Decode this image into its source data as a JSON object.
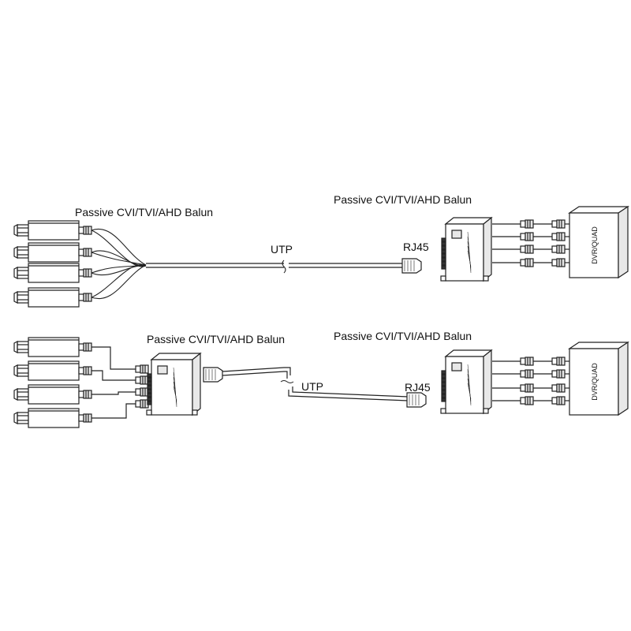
{
  "top": {
    "balun_left_label": "Passive CVI/TVI/AHD Balun",
    "balun_right_label": "Passive CVI/TVI/AHD Balun",
    "cable_label": "UTP",
    "connector_label": "RJ45",
    "recorder_label": "DVR/QUAD"
  },
  "bottom": {
    "balun_left_label": "Passive CVI/TVI/AHD Balun",
    "balun_right_label": "Passive CVI/TVI/AHD Balun",
    "cable_label": "UTP",
    "connector_label": "RJ45",
    "recorder_label": "DVR/QUAD"
  },
  "colors": {
    "line": "#222222",
    "fill": "#ffffff",
    "shade": "#e8e8e8"
  }
}
